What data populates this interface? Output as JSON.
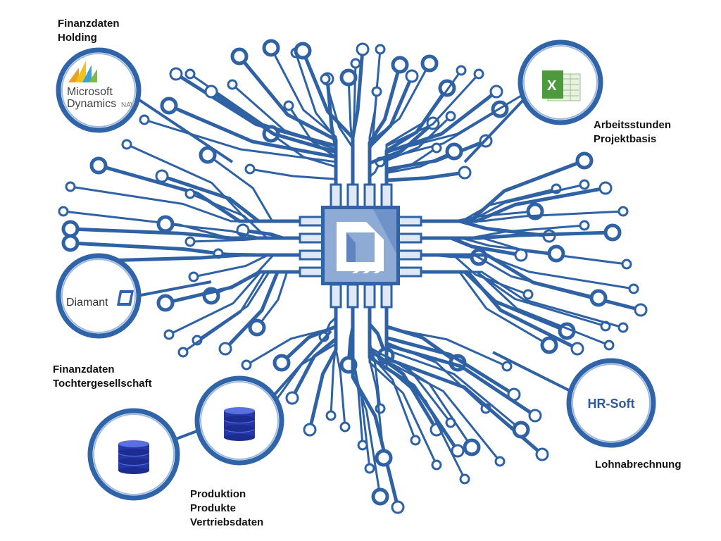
{
  "labels": {
    "holding": [
      "Finanzdaten",
      "Holding"
    ],
    "projekt": [
      "Arbeitsstunden",
      "Projektbasis"
    ],
    "tochter": [
      "Finanzdaten",
      "Tochtergesellschaft"
    ],
    "produktion": [
      "Produktion",
      "Produkte",
      "Vertriebsdaten"
    ],
    "lohn": "Lohnabrechnung"
  },
  "nodes": {
    "ms_dynamics": {
      "line1": "Microsoft",
      "line2": "Dynamics",
      "suffix": "NAV"
    },
    "excel": {
      "icon": "excel-icon"
    },
    "diamant": {
      "name": "Diamant"
    },
    "hrsoft": {
      "name": "HR-Soft"
    },
    "db1": {
      "icon": "database-icon"
    },
    "db2": {
      "icon": "database-icon"
    }
  },
  "colors": {
    "trace": "#2e62a4",
    "ring": "#2f64a8",
    "chip": "#8eabd6",
    "text": "#111111",
    "hrsoft": "#2b5aa0"
  }
}
